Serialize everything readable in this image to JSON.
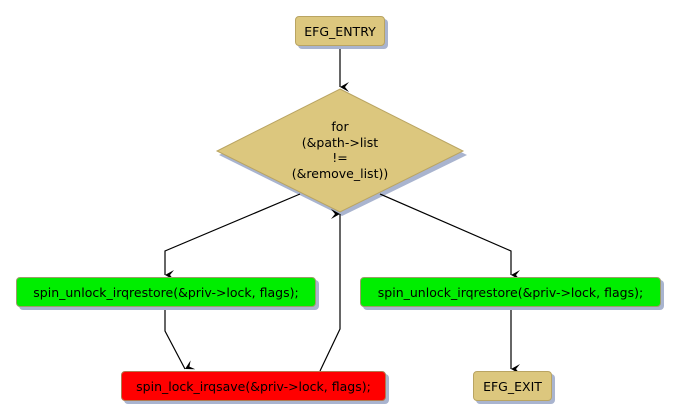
{
  "diagram": {
    "type": "flowchart",
    "colors": {
      "terminal": "#dcc77e",
      "decision": "#dcc77e",
      "action_ok": "#00ee00",
      "action_bad": "#ff0000",
      "shadow": "#a9b4cf",
      "edge": "#000000"
    },
    "nodes": {
      "entry": {
        "label": "EFG_ENTRY",
        "shape": "rounded-rect"
      },
      "loop": {
        "lines": [
          "for",
          "(&path->list",
          "!=",
          "(&remove_list))"
        ],
        "shape": "diamond"
      },
      "unlock_left": {
        "label": "spin_unlock_irqrestore(&priv->lock, flags);",
        "shape": "rounded-rect"
      },
      "unlock_right": {
        "label": "spin_unlock_irqrestore(&priv->lock, flags);",
        "shape": "rounded-rect"
      },
      "lock": {
        "label": "spin_lock_irqsave(&priv->lock, flags);",
        "shape": "rounded-rect"
      },
      "exit": {
        "label": "EFG_EXIT",
        "shape": "rounded-rect"
      }
    },
    "edges": [
      {
        "from": "entry",
        "to": "loop"
      },
      {
        "from": "loop",
        "to": "unlock_left"
      },
      {
        "from": "loop",
        "to": "unlock_right"
      },
      {
        "from": "unlock_left",
        "to": "lock"
      },
      {
        "from": "lock",
        "to": "loop"
      },
      {
        "from": "unlock_right",
        "to": "exit"
      }
    ]
  }
}
